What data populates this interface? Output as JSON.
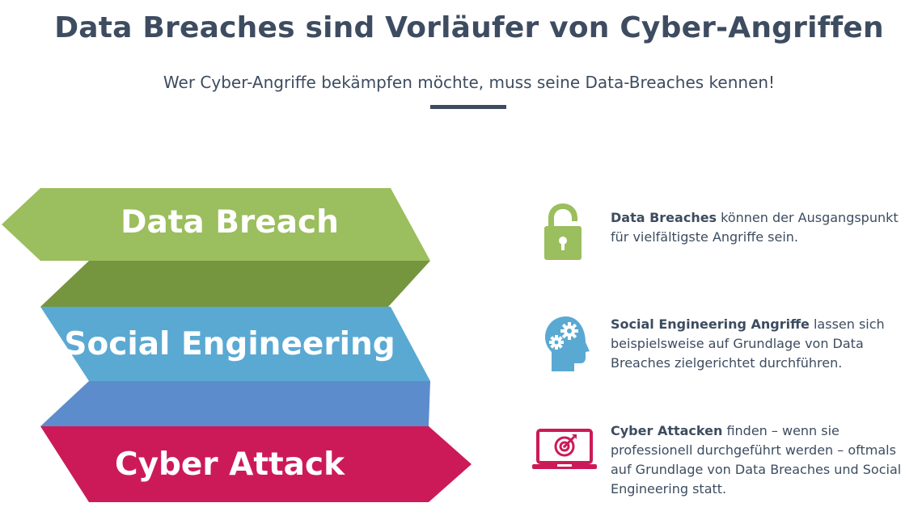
{
  "title": "Data Breaches sind Vorläufer von Cyber-Angriffen",
  "subtitle": "Wer Cyber-Angriffe bekämpfen möchte, muss seine Data-Breaches kennen!",
  "arrows": [
    {
      "label": "Data Breach",
      "color": "#9bbe5e",
      "fold_color": "#76953f"
    },
    {
      "label": "Social Engineering",
      "color": "#5aa9d3",
      "fold_color": "#5c8ccc"
    },
    {
      "label": "Cyber Attack",
      "color": "#cc1a58"
    }
  ],
  "items": [
    {
      "icon": "padlock-open-icon",
      "bold": "Data Breaches",
      "text": " können der Ausgangspunkt für vielfältigste Angriffe sein."
    },
    {
      "icon": "head-gears-icon",
      "bold": "Social Engineering Angriffe",
      "text": " lassen sich beispielsweise auf Grundlage von Data Breaches zielgerichtet durchführen."
    },
    {
      "icon": "laptop-target-icon",
      "bold": "Cyber Attacken",
      "text": " finden – wenn sie professionell durchgeführt werden – oftmals auf Grundlage von Data Breaches und Social Engineering statt."
    }
  ],
  "colors": {
    "heading": "#3d4c60",
    "green": "#9bbe5e",
    "blue": "#5aa9d3",
    "magenta": "#cc1a58"
  }
}
